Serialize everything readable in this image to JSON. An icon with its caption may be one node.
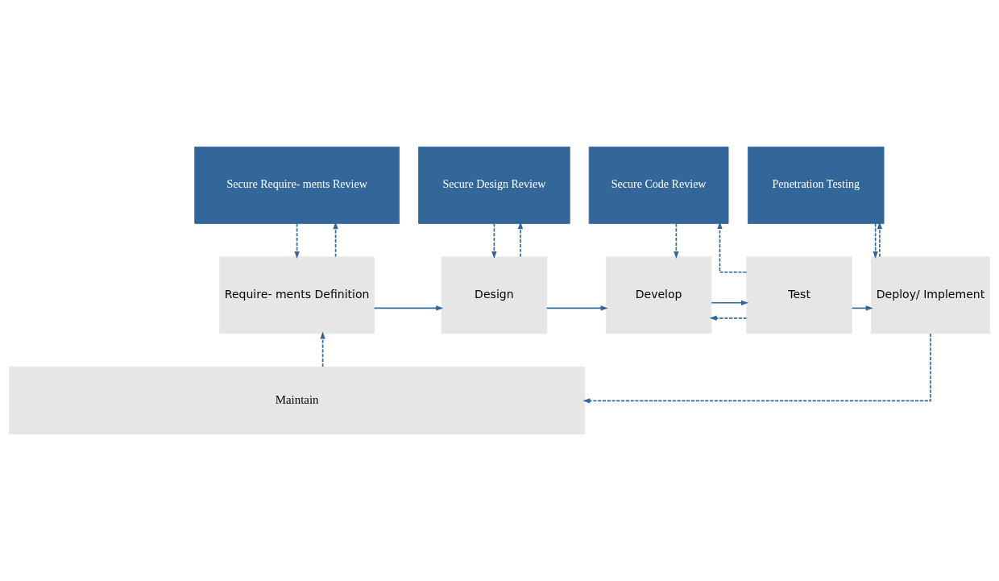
{
  "diagram": {
    "nodes": [
      {
        "text": [
          "Secure Require- ments Review"
        ]
      },
      {
        "text": [
          "Secure Design Review"
        ]
      },
      {
        "text": [
          "Secure Code Review"
        ]
      },
      {
        "text": [
          "Penetration Testing"
        ]
      },
      {
        "text": [
          "Require- ments Definition"
        ]
      },
      {
        "text": [
          "Design"
        ]
      },
      {
        "text": [
          "Develop"
        ]
      },
      {
        "text": [
          "Test"
        ]
      },
      {
        "text": [
          "Deploy/ Implement"
        ]
      },
      {
        "text": [
          "Maintain"
        ]
      }
    ],
    "edges": [
      {
        "from": 4,
        "to": 0,
        "arrow": "to",
        "style": "dashed"
      },
      {
        "from": 0,
        "to": 4,
        "arrow": "to",
        "style": "dashed"
      },
      {
        "from": 5,
        "to": 1,
        "arrow": "to",
        "style": "dashed"
      },
      {
        "from": 1,
        "to": 5,
        "arrow": "to",
        "style": "dashed"
      },
      {
        "from": 2,
        "to": 6,
        "arrow": "to",
        "style": "dashed"
      },
      {
        "from": 7,
        "to": 2,
        "arrow": "to",
        "style": "dashed"
      },
      {
        "from": 8,
        "to": 3,
        "arrow": "to",
        "style": "dashed"
      },
      {
        "from": 3,
        "to": 8,
        "arrow": "to",
        "style": "dashed"
      },
      {
        "from": 4,
        "to": 5,
        "arrow": "to"
      },
      {
        "from": 5,
        "to": 6,
        "arrow": "to"
      },
      {
        "from": 6,
        "to": 7,
        "arrow": "to"
      },
      {
        "from": 7,
        "to": 8,
        "arrow": "to"
      },
      {
        "from": 7,
        "to": 6,
        "arrow": "to",
        "style": "dashed"
      },
      {
        "from": 9,
        "to": 4,
        "arrow": "to",
        "style": "dashed"
      },
      {
        "from": 8,
        "to": 9,
        "arrow": "to",
        "style": "dashed"
      }
    ]
  }
}
